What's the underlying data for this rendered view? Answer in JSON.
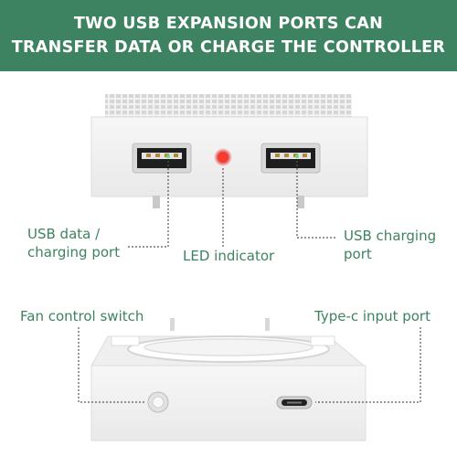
{
  "banner": {
    "line1": "TWO USB EXPANSION PORTS CAN",
    "line2": "TRANSFER DATA OR CHARGE THE CONTROLLER"
  },
  "labels": {
    "usb_data_line1": "USB data /",
    "usb_data_line2": "charging port",
    "led": "LED indicator",
    "usb_charging_line1": "USB charging",
    "usb_charging_line2": "port",
    "fan_switch": "Fan control switch",
    "typec": "Type-c input port"
  },
  "colors": {
    "brand_green": "#3e8361",
    "led_red": "#e8332f",
    "callout_line": "#555555"
  }
}
